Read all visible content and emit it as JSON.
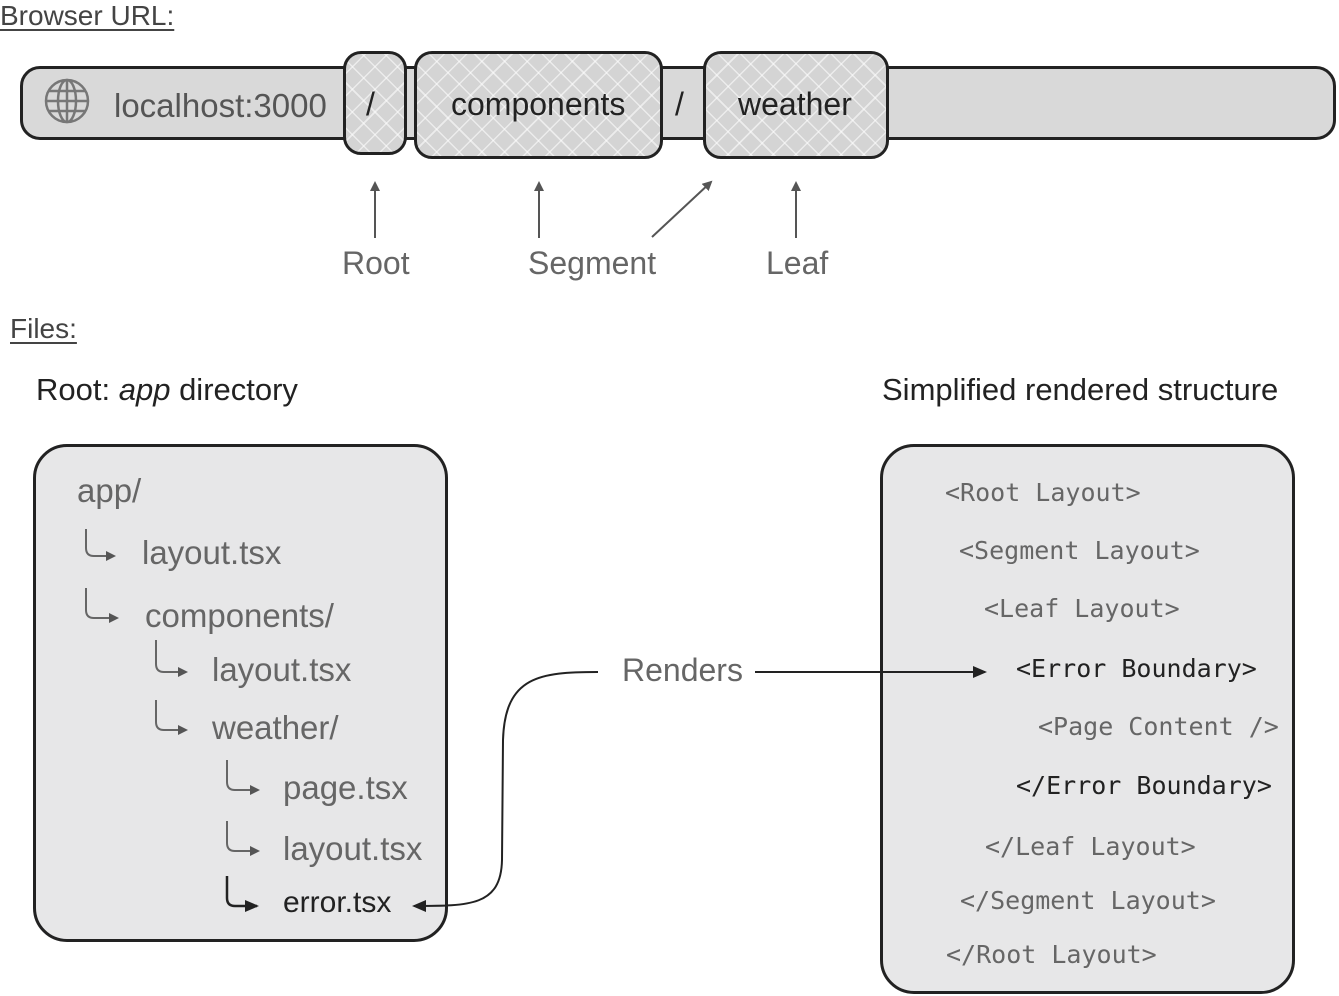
{
  "headings": {
    "browser_url": "Browser URL:",
    "files": "Files:",
    "root_prefix": "Root: ",
    "root_italic": "app",
    "root_suffix": " directory",
    "structure": "Simplified rendered structure"
  },
  "url": {
    "host": "localhost:3000",
    "slash1": "/",
    "segment": "components",
    "slash2": "/",
    "leaf": "weather"
  },
  "url_labels": {
    "root": "Root",
    "segment": "Segment",
    "leaf": "Leaf"
  },
  "tree": {
    "app": "app/",
    "layout1": "layout.tsx",
    "components": "components/",
    "layout2": "layout.tsx",
    "weather": "weather/",
    "page": "page.tsx",
    "layout3": "layout.tsx",
    "error": "error.tsx"
  },
  "renders_label": "Renders",
  "structure": {
    "root_open": "<Root Layout>",
    "segment_open": "<Segment Layout>",
    "leaf_open": "<Leaf Layout>",
    "error_open": "<Error Boundary>",
    "page": "<Page Content />",
    "error_close": "</Error Boundary>",
    "leaf_close": "</Leaf Layout>",
    "segment_close": "</Segment Layout>",
    "root_close": "</Root Layout>"
  },
  "icons": {
    "globe": "globe-icon"
  },
  "colors": {
    "bar_fill": "#d9d9d9",
    "panel_fill": "#e7e7e8",
    "stroke": "#222222"
  }
}
